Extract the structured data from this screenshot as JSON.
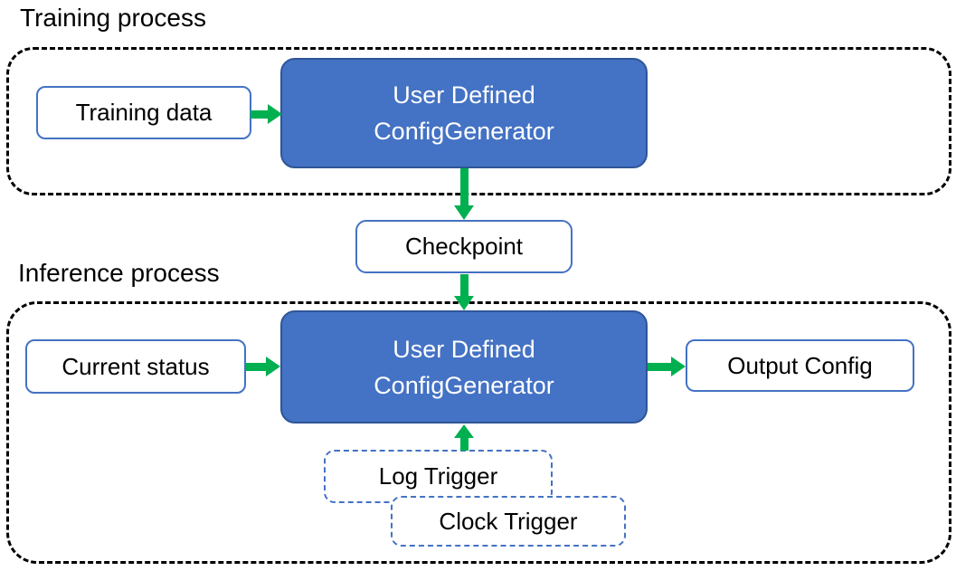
{
  "colors": {
    "generator_fill": "#4472C4",
    "generator_border": "#2F5597",
    "node_border": "#4472C4",
    "trigger_border": "#4472C4",
    "arrow_green": "#00B050",
    "container_border": "#000000",
    "text_dark": "#000000",
    "generator_text": "#FFFFFF",
    "background": "#FFFFFF"
  },
  "sections": {
    "training": {
      "title": "Training process"
    },
    "inference": {
      "title": "Inference process"
    }
  },
  "nodes": {
    "training_data": {
      "label": "Training data"
    },
    "training_generator": {
      "line1": "User Defined",
      "line2": "ConfigGenerator"
    },
    "checkpoint": {
      "label": "Checkpoint"
    },
    "current_status": {
      "label": "Current status"
    },
    "inference_generator": {
      "line1": "User Defined",
      "line2": "ConfigGenerator"
    },
    "output_config": {
      "label": "Output Config"
    },
    "log_trigger": {
      "label": "Log Trigger"
    },
    "clock_trigger": {
      "label": "Clock Trigger"
    }
  },
  "edges": [
    {
      "from": "training_data",
      "to": "training_generator"
    },
    {
      "from": "training_generator",
      "to": "checkpoint"
    },
    {
      "from": "checkpoint",
      "to": "inference_generator"
    },
    {
      "from": "current_status",
      "to": "inference_generator"
    },
    {
      "from": "inference_generator",
      "to": "output_config"
    },
    {
      "from": "log_trigger",
      "to": "inference_generator"
    }
  ]
}
